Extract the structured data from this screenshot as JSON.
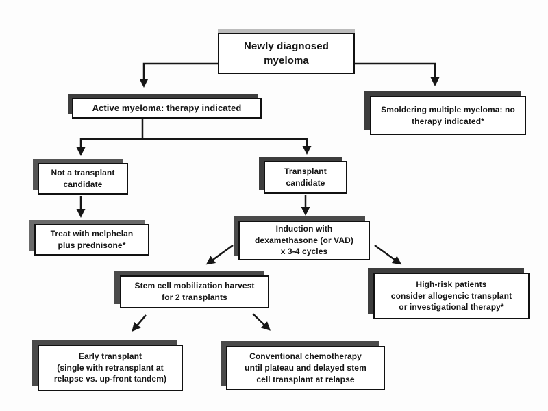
{
  "diagram": {
    "type": "flowchart",
    "topic": "Newly diagnosed myeloma treatment algorithm",
    "colors": {
      "ink": "#161616",
      "box_border": "#111111",
      "box_background": "#ffffff",
      "shadow_dark": "#3d3d3d",
      "shadow_light": "#bcbcbc",
      "page_background": "#fdfdfd"
    },
    "nodes": {
      "newly": {
        "lines": [
          "Newly diagnosed",
          "myeloma"
        ]
      },
      "active": {
        "lines": [
          "Active myeloma:  therapy indicated"
        ]
      },
      "smoldering": {
        "lines": [
          "Smoldering multiple myeloma: no",
          "therapy indicated*"
        ]
      },
      "nottx": {
        "lines": [
          "Not a transplant",
          "candidate"
        ]
      },
      "tx": {
        "lines": [
          "Transplant",
          "candidate"
        ]
      },
      "melphelan": {
        "lines": [
          "Treat with melphelan",
          "plus prednisone*"
        ]
      },
      "induction": {
        "lines": [
          "Induction with",
          "dexamethasone (or VAD)",
          "x 3-4 cycles"
        ]
      },
      "stemcell": {
        "lines": [
          "Stem cell mobilization harvest",
          "for 2 transplants"
        ]
      },
      "highrisk": {
        "lines": [
          "High-risk patients",
          "consider allogencic transplant",
          "or investigational therapy*"
        ]
      },
      "early": {
        "lines": [
          "Early transplant",
          "(single with retransplant at",
          "relapse  vs. up-front tandem)"
        ]
      },
      "conventional": {
        "lines": [
          "Conventional chemotherapy",
          "until plateau and delayed stem",
          "cell transplant at relapse"
        ]
      }
    },
    "edges": [
      {
        "from": "newly",
        "to": "active"
      },
      {
        "from": "newly",
        "to": "smoldering"
      },
      {
        "from": "active",
        "to": "nottx"
      },
      {
        "from": "active",
        "to": "tx"
      },
      {
        "from": "nottx",
        "to": "melphelan"
      },
      {
        "from": "tx",
        "to": "induction"
      },
      {
        "from": "induction",
        "to": "stemcell"
      },
      {
        "from": "induction",
        "to": "highrisk"
      },
      {
        "from": "stemcell",
        "to": "early"
      },
      {
        "from": "stemcell",
        "to": "conventional"
      }
    ]
  }
}
